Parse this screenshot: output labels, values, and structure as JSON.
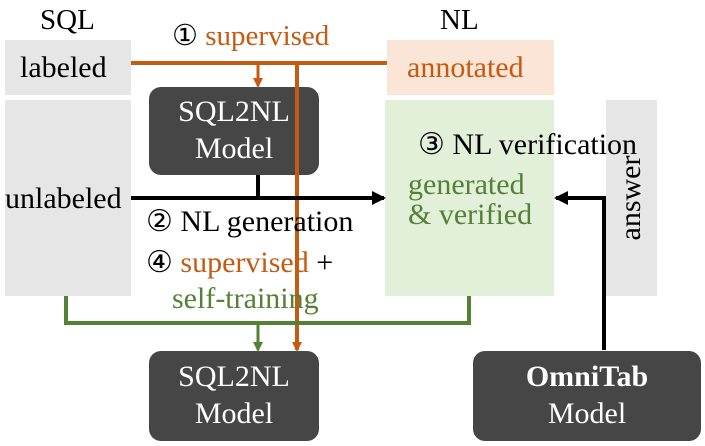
{
  "headers": {
    "sql": "SQL",
    "nl": "NL"
  },
  "data_boxes": {
    "labeled": "labeled",
    "annotated": "annotated",
    "unlabeled": "unlabeled",
    "generated_line1": "generated",
    "generated_line2": "& verified",
    "answer": "answer"
  },
  "models": {
    "top_sql2nl": {
      "line1": "SQL2NL",
      "line2": "Model"
    },
    "bottom_sql2nl": {
      "line1": "SQL2NL",
      "line2": "Model"
    },
    "omnitab": {
      "line1": "OmniTab",
      "line2": "Model"
    }
  },
  "steps": {
    "step1": {
      "num": "①",
      "text": "supervised"
    },
    "step2": {
      "num": "②",
      "text": "NL generation"
    },
    "step3": {
      "num": "③",
      "text": "NL verification"
    },
    "step4": {
      "num": "④",
      "text_a": "supervised",
      "text_b": "+",
      "text_c": "self-training"
    }
  },
  "colors": {
    "orange": "#c55a11",
    "green": "#538135",
    "dark_box": "#464646",
    "gray_box": "#e6e6e6",
    "orange_box": "#fbe5d6",
    "green_box": "#e2f0d9"
  }
}
